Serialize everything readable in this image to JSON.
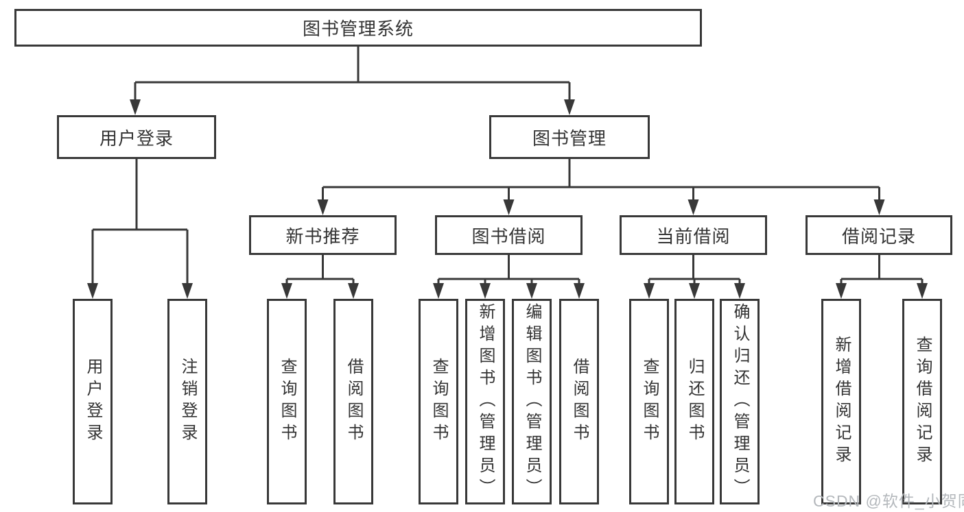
{
  "tree": {
    "label": "图书管理系统",
    "children": [
      {
        "label": "用户登录",
        "children": [
          {
            "label": "用户登录"
          },
          {
            "label": "注销登录"
          }
        ]
      },
      {
        "label": "图书管理",
        "children": [
          {
            "label": "新书推荐",
            "children": [
              {
                "label": "查询图书"
              },
              {
                "label": "借阅图书"
              }
            ]
          },
          {
            "label": "图书借阅",
            "children": [
              {
                "label": "查询图书"
              },
              {
                "label": "新增图书（管理员）"
              },
              {
                "label": "编辑图书（管理员）"
              },
              {
                "label": "借阅图书"
              }
            ]
          },
          {
            "label": "当前借阅",
            "children": [
              {
                "label": "查询图书"
              },
              {
                "label": "归还图书"
              },
              {
                "label": "确认归还（管理员）"
              }
            ]
          },
          {
            "label": "借阅记录",
            "children": [
              {
                "label": "新增借阅记录"
              },
              {
                "label": "查询借阅记录"
              }
            ]
          }
        ]
      }
    ]
  },
  "watermark": {
    "text": "CSDN @软件_小贺同学"
  },
  "colors": {
    "line": "#383838",
    "box_border": "#383838",
    "text": "#333333",
    "watermark": "#b4b8bc",
    "background": "#ffffff"
  }
}
